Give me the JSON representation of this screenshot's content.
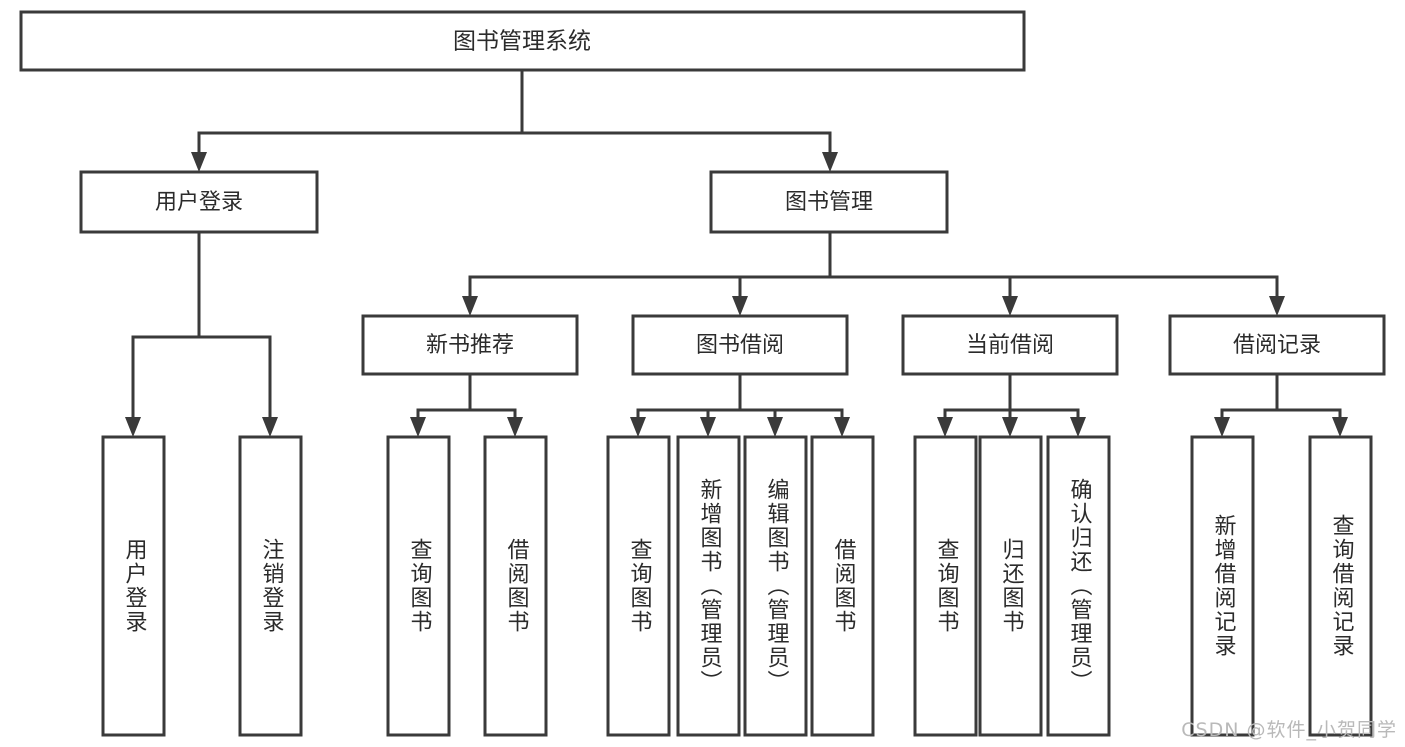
{
  "diagram": {
    "type": "tree",
    "title": "图书管理系统",
    "watermark": "CSDN @软件_小贺同学",
    "root": {
      "label": "图书管理系统"
    },
    "level2": [
      {
        "label": "用户登录"
      },
      {
        "label": "图书管理"
      }
    ],
    "level3": [
      {
        "label": "新书推荐"
      },
      {
        "label": "图书借阅"
      },
      {
        "label": "当前借阅"
      },
      {
        "label": "借阅记录"
      }
    ],
    "leaves": {
      "user_login": [
        {
          "label": "用户登录"
        },
        {
          "label": "注销登录"
        }
      ],
      "new_book": [
        {
          "label": "查询图书"
        },
        {
          "label": "借阅图书"
        }
      ],
      "book_borrow": [
        {
          "label": "查询图书"
        },
        {
          "label": "新增图书（管理员）"
        },
        {
          "label": "编辑图书（管理员）"
        },
        {
          "label": "借阅图书"
        }
      ],
      "current_borrow": [
        {
          "label": "查询图书"
        },
        {
          "label": "归还图书"
        },
        {
          "label": "确认归还（管理员）"
        }
      ],
      "borrow_record": [
        {
          "label": "新增借阅记录"
        },
        {
          "label": "查询借阅记录"
        }
      ]
    },
    "colors": {
      "box_stroke": "#3a3a3a",
      "box_fill": "#ffffff",
      "text": "#2b2b2b",
      "connector": "#3a3a3a",
      "watermark": "#b9b9b9",
      "background": "#ffffff"
    }
  }
}
